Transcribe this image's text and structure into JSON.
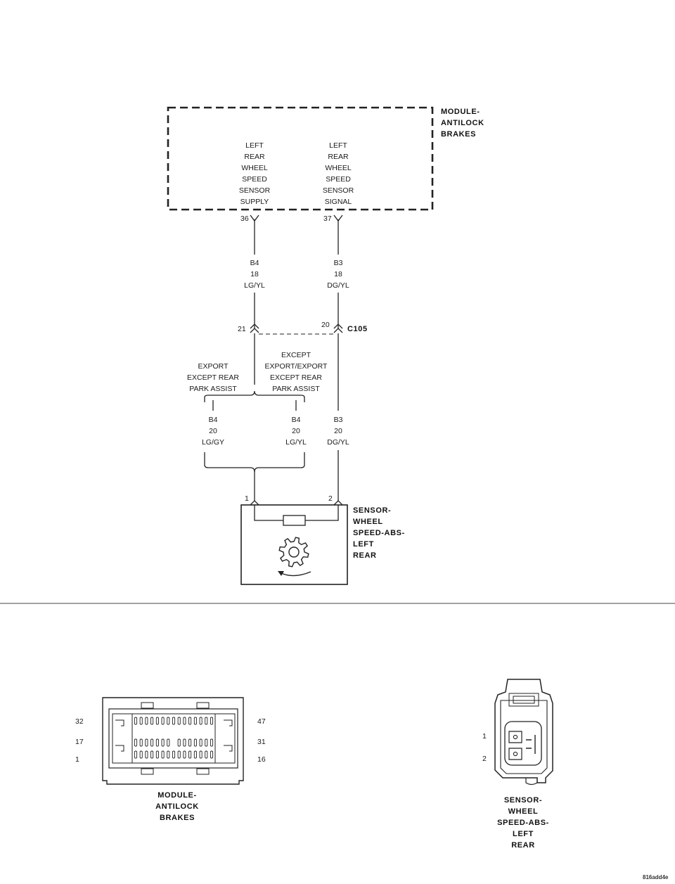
{
  "module": {
    "title_lines": [
      "MODULE-",
      "ANTILOCK",
      "BRAKES"
    ],
    "pin_left": {
      "lines": [
        "LEFT",
        "REAR",
        "WHEEL",
        "SPEED",
        "SENSOR",
        "SUPPLY"
      ],
      "pin": "36"
    },
    "pin_right": {
      "lines": [
        "LEFT",
        "REAR",
        "WHEEL",
        "SPEED",
        "SENSOR",
        "SIGNAL"
      ],
      "pin": "37"
    }
  },
  "wires_upper": [
    {
      "circuit": "B4",
      "gauge": "18",
      "color": "LG/YL"
    },
    {
      "circuit": "B3",
      "gauge": "18",
      "color": "DG/YL"
    }
  ],
  "connector_c105": {
    "name": "C105",
    "pin_left": "21",
    "pin_right": "20"
  },
  "options": {
    "left": [
      "EXPORT",
      "EXCEPT REAR",
      "PARK ASSIST"
    ],
    "right": [
      "EXCEPT",
      "EXPORT/EXPORT",
      "EXCEPT REAR",
      "PARK ASSIST"
    ]
  },
  "wires_lower": [
    {
      "circuit": "B4",
      "gauge": "20",
      "color": "LG/GY"
    },
    {
      "circuit": "B4",
      "gauge": "20",
      "color": "LG/YL"
    },
    {
      "circuit": "B3",
      "gauge": "20",
      "color": "DG/YL"
    }
  ],
  "sensor": {
    "title_lines": [
      "SENSOR-",
      "WHEEL",
      "SPEED-ABS-",
      "LEFT",
      "REAR"
    ],
    "pin_left": "1",
    "pin_right": "2"
  },
  "connector_views": {
    "module": {
      "title_lines": [
        "MODULE-",
        "ANTILOCK",
        "BRAKES"
      ],
      "pins_left": [
        "32",
        "17",
        "1"
      ],
      "pins_right": [
        "47",
        "31",
        "16"
      ]
    },
    "sensor": {
      "title_lines": [
        "SENSOR-",
        "WHEEL",
        "SPEED-ABS-",
        "LEFT",
        "REAR"
      ],
      "pins": [
        "1",
        "2"
      ]
    }
  },
  "figure_id": "816add4e"
}
